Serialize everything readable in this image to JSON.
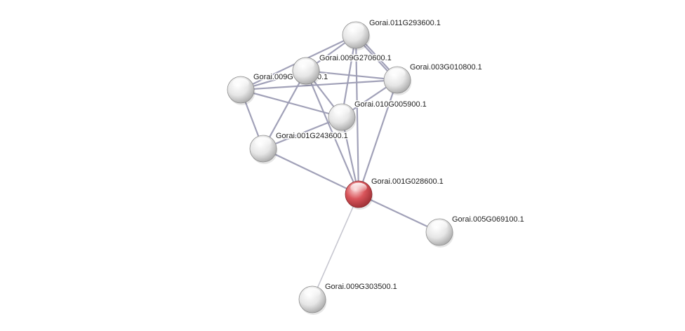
{
  "network": {
    "colors": {
      "edge": "#9c9cb4",
      "edge_light": "#c4c4ce",
      "node_default": "#e8e8e8",
      "node_query": "#d9545a"
    },
    "nodes": [
      {
        "id": "n011",
        "label": "Gorai.011G293600.1",
        "type": "default"
      },
      {
        "id": "n270",
        "label": "Gorai.009G270600.1",
        "type": "default"
      },
      {
        "id": "n003",
        "label": "Gorai.003G010800.1",
        "type": "default"
      },
      {
        "id": "n009h",
        "label": "Gorai.009G",
        "label_tail": "0.1",
        "type": "default"
      },
      {
        "id": "n010",
        "label": "Gorai.010G005900.1",
        "type": "default"
      },
      {
        "id": "n243",
        "label": "Gorai.001G243600.1",
        "type": "default"
      },
      {
        "id": "n028",
        "label": "Gorai.001G028600.1",
        "type": "query"
      },
      {
        "id": "n005",
        "label": "Gorai.005G069100.1",
        "type": "default"
      },
      {
        "id": "n303",
        "label": "Gorai.009G303500.1",
        "type": "default"
      }
    ],
    "edges": [
      {
        "source": "n028",
        "target": "n011"
      },
      {
        "source": "n028",
        "target": "n270"
      },
      {
        "source": "n028",
        "target": "n003"
      },
      {
        "source": "n028",
        "target": "n010"
      },
      {
        "source": "n028",
        "target": "n243"
      },
      {
        "source": "n028",
        "target": "n005"
      },
      {
        "source": "n028",
        "target": "n303",
        "light": true
      },
      {
        "source": "n011",
        "target": "n270"
      },
      {
        "source": "n011",
        "target": "n003",
        "double": true
      },
      {
        "source": "n011",
        "target": "n009h"
      },
      {
        "source": "n011",
        "target": "n010"
      },
      {
        "source": "n270",
        "target": "n003"
      },
      {
        "source": "n270",
        "target": "n009h"
      },
      {
        "source": "n270",
        "target": "n010"
      },
      {
        "source": "n270",
        "target": "n243"
      },
      {
        "source": "n003",
        "target": "n009h"
      },
      {
        "source": "n003",
        "target": "n010"
      },
      {
        "source": "n009h",
        "target": "n010"
      },
      {
        "source": "n009h",
        "target": "n243"
      },
      {
        "source": "n010",
        "target": "n243"
      }
    ]
  }
}
